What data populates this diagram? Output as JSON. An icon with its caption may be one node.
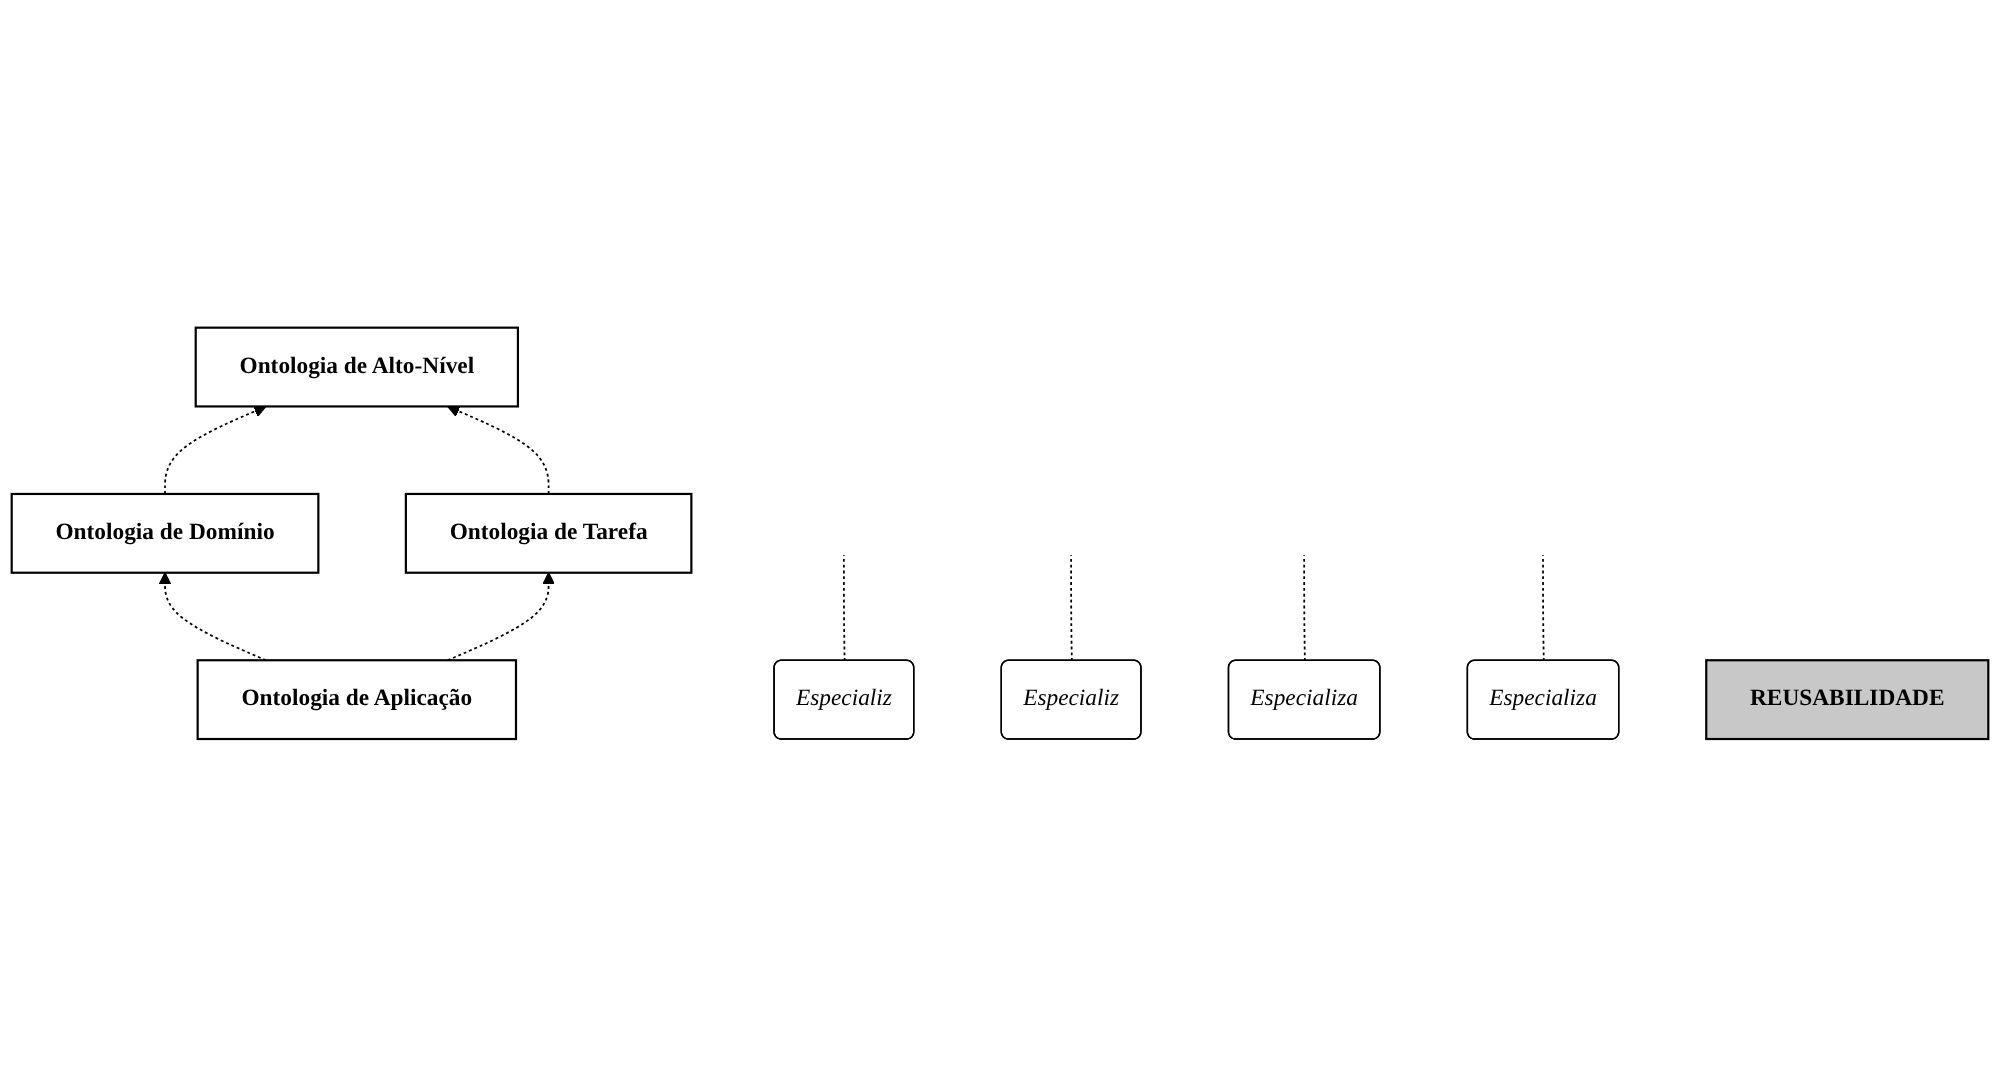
{
  "diagram": {
    "nodes": [
      {
        "text": [
          "Ontologia de Alto-Nível"
        ]
      },
      {
        "text": [
          "Ontologia de Domínio"
        ]
      },
      {
        "text": [
          "Ontologia de Tarefa"
        ]
      },
      {
        "text": [
          "Ontologia de Aplicação"
        ]
      },
      {
        "text": [
          "Especializ"
        ]
      },
      {
        "text": [
          "Especializ"
        ]
      },
      {
        "text": [
          "Especializa"
        ]
      },
      {
        "text": [
          "Especializa"
        ]
      },
      {
        "text": [
          "REUSABILIDADE"
        ]
      }
    ],
    "edges": [
      {
        "from": 1,
        "to": 0,
        "arrow": "to",
        "style": "dashed"
      },
      {
        "from": 2,
        "to": 0,
        "arrow": "to",
        "style": "dashed"
      },
      {
        "from": 3,
        "to": 1,
        "arrow": "to",
        "style": "dashed"
      },
      {
        "from": 3,
        "to": 2,
        "arrow": "to",
        "style": "dashed"
      },
      {
        "from": 4,
        "to": null,
        "arrow": "none",
        "style": "dashed"
      },
      {
        "from": 5,
        "to": null,
        "arrow": "none",
        "style": "dashed"
      },
      {
        "from": 6,
        "to": null,
        "arrow": "none",
        "style": "dashed"
      },
      {
        "from": 7,
        "to": null,
        "arrow": "none",
        "style": "dashed"
      }
    ]
  }
}
